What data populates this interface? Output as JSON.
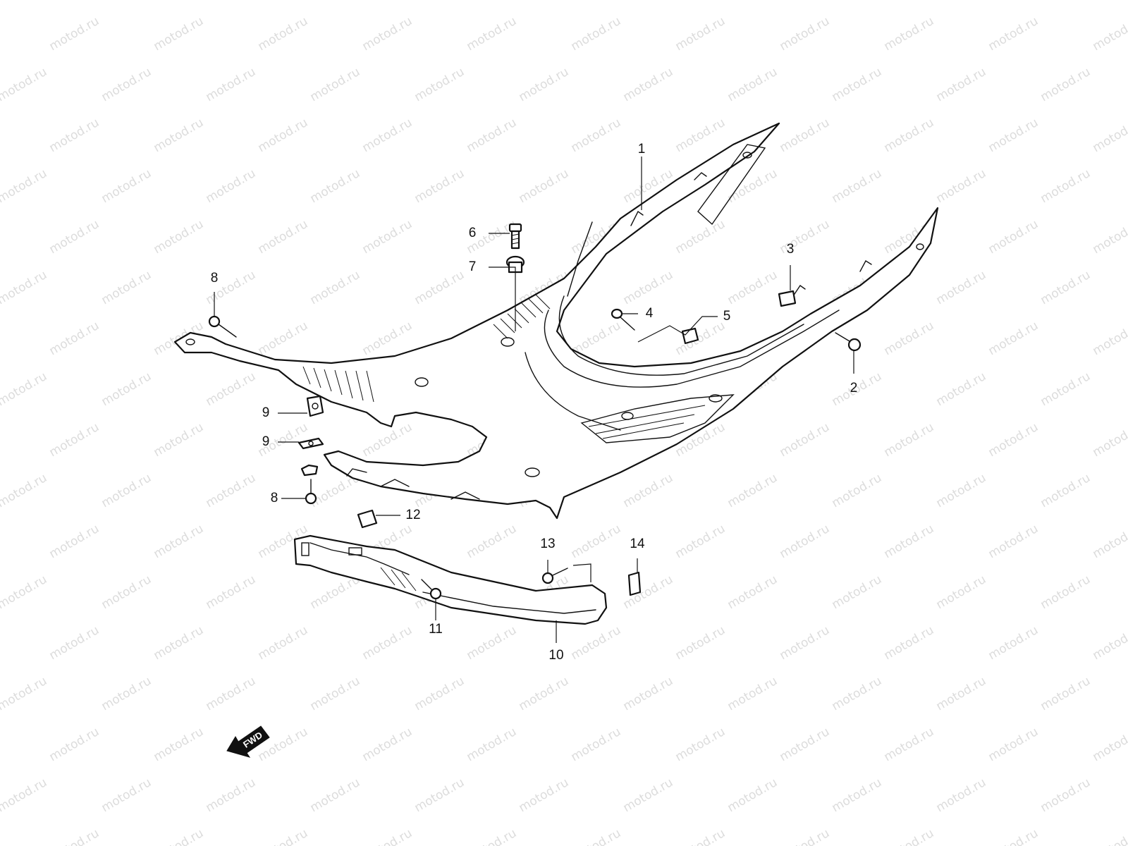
{
  "watermark": "motod.ru",
  "fwd_label": "FWD",
  "callouts": [
    {
      "id": "c1",
      "label": "1"
    },
    {
      "id": "c2",
      "label": "2"
    },
    {
      "id": "c3",
      "label": "3"
    },
    {
      "id": "c4",
      "label": "4"
    },
    {
      "id": "c5",
      "label": "5"
    },
    {
      "id": "c6",
      "label": "6"
    },
    {
      "id": "c7",
      "label": "7"
    },
    {
      "id": "c8a",
      "label": "8"
    },
    {
      "id": "c8b",
      "label": "8"
    },
    {
      "id": "c9a",
      "label": "9"
    },
    {
      "id": "c9b",
      "label": "9"
    },
    {
      "id": "c10",
      "label": "10"
    },
    {
      "id": "c11",
      "label": "11"
    },
    {
      "id": "c12",
      "label": "12"
    },
    {
      "id": "c13",
      "label": "13"
    },
    {
      "id": "c14",
      "label": "14"
    }
  ],
  "colors": {
    "line": "#111111",
    "watermark": "#dcdcdc",
    "background": "#ffffff"
  }
}
